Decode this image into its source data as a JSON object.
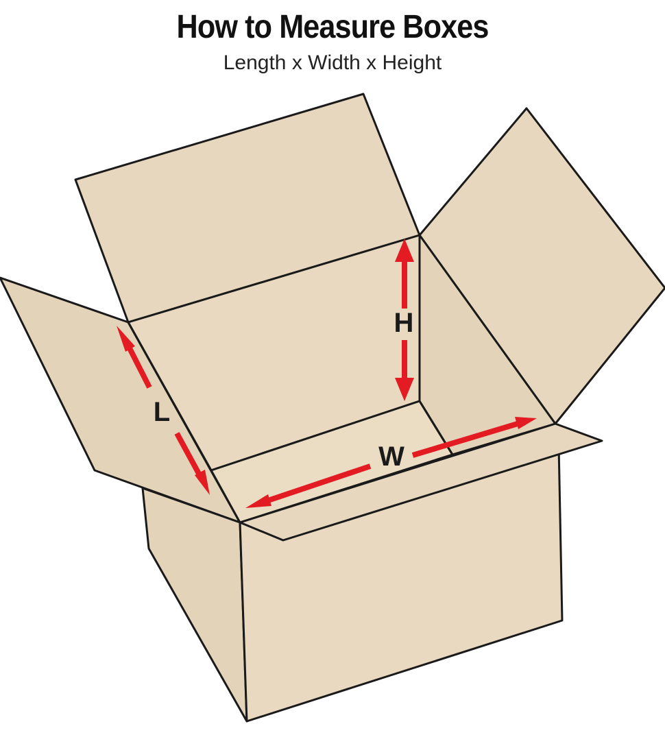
{
  "header": {
    "title": "How to Measure Boxes",
    "subtitle": "Length x Width x Height"
  },
  "dimensions": {
    "length_label": "L",
    "width_label": "W",
    "height_label": "H"
  },
  "colors": {
    "cardboard_light": "#e8d9c0",
    "cardboard_mid": "#dccdb3",
    "outline": "#1a1a1a",
    "arrow_red": "#e31b23"
  }
}
